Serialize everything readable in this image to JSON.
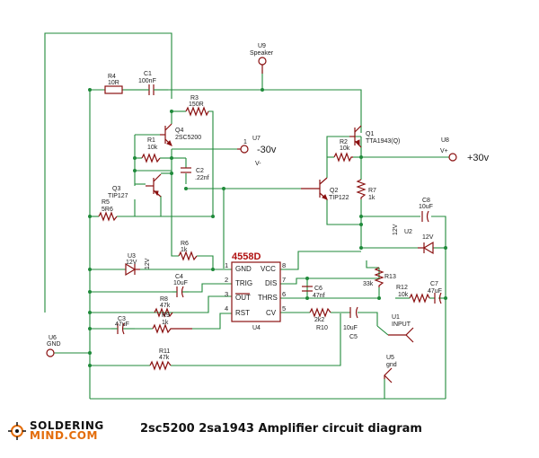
{
  "caption": "2sc5200 2sa1943 Amplifier circuit diagram",
  "logo": {
    "line1": "SOLDERING",
    "line2": "MIND.COM"
  },
  "ic": {
    "name": "4558D",
    "ref": "U4",
    "pins_left": [
      {
        "num": "1",
        "name": "GND"
      },
      {
        "num": "2",
        "name": "TRIG"
      },
      {
        "num": "3",
        "name": "OUT"
      },
      {
        "num": "4",
        "name": "RST"
      }
    ],
    "pins_right": [
      {
        "num": "8",
        "name": "VCC"
      },
      {
        "num": "7",
        "name": "DIS"
      },
      {
        "num": "6",
        "name": "THRS"
      },
      {
        "num": "5",
        "name": "CV"
      }
    ]
  },
  "labels": {
    "u9_ref": "U9",
    "u9_val": "Speaker",
    "r4_ref": "R4",
    "r4_val": "10R",
    "c1_ref": "C1",
    "c1_val": "100nF",
    "r3_ref": "R3",
    "r3_val": "150R",
    "q4_ref": "Q4",
    "q4_val": "2SC5200",
    "r1_ref": "R1",
    "r1_val": "10k",
    "u7_ref": "U7",
    "u7_pin": "1",
    "u7_val": "-30v",
    "u7_sign": "V-",
    "c2_ref": "C2",
    "c2_val": ".22nf",
    "q3_ref": "Q3",
    "q3_val": "TIP127",
    "r5_ref": "R5",
    "r5_val": "5R6",
    "q1_ref": "Q1",
    "q1_val": "TTA1943(Q)",
    "r2_ref": "R2",
    "r2_val": "10k",
    "u8_ref": "U8",
    "u8_sign": "V+",
    "u8_val": "+30v",
    "q2_ref": "Q2",
    "q2_val": "TIP122",
    "r7_ref": "R7",
    "r7_val": "1k",
    "c8_ref": "C8",
    "c8_val": "10uF",
    "u2_ref": "U2",
    "u2_v1": "12V",
    "u2_v2": "12V",
    "r6_ref": "R6",
    "r6_val": "1k",
    "u3_ref": "U3",
    "u3_v1": "12V",
    "u3_v2": "12V",
    "c4_ref": "C4",
    "c4_val": "10uF",
    "r8_ref": "R8",
    "r8_val": "47k",
    "c3_ref": "C3",
    "c3_val": "47uF",
    "r9_ref": "R9",
    "r9_val": "1k",
    "u6_ref": "U6",
    "u6_val": "GND",
    "r11_ref": "R11",
    "r11_val": "47k",
    "c6_ref": "C6",
    "c6_val": "47nf",
    "r13_ref": "R13",
    "r13_val": "33k",
    "r12_ref": "R12",
    "r12_val": "10k",
    "c7_ref": "C7",
    "c7_val": "47uF",
    "r10_ref": "R10",
    "r10_val": "2k2",
    "c5_ref": "C5",
    "c5_val": "10uF",
    "u1_ref": "U1",
    "u1_val": "INPUT",
    "u5_ref": "U5",
    "u5_val": "gnd"
  }
}
